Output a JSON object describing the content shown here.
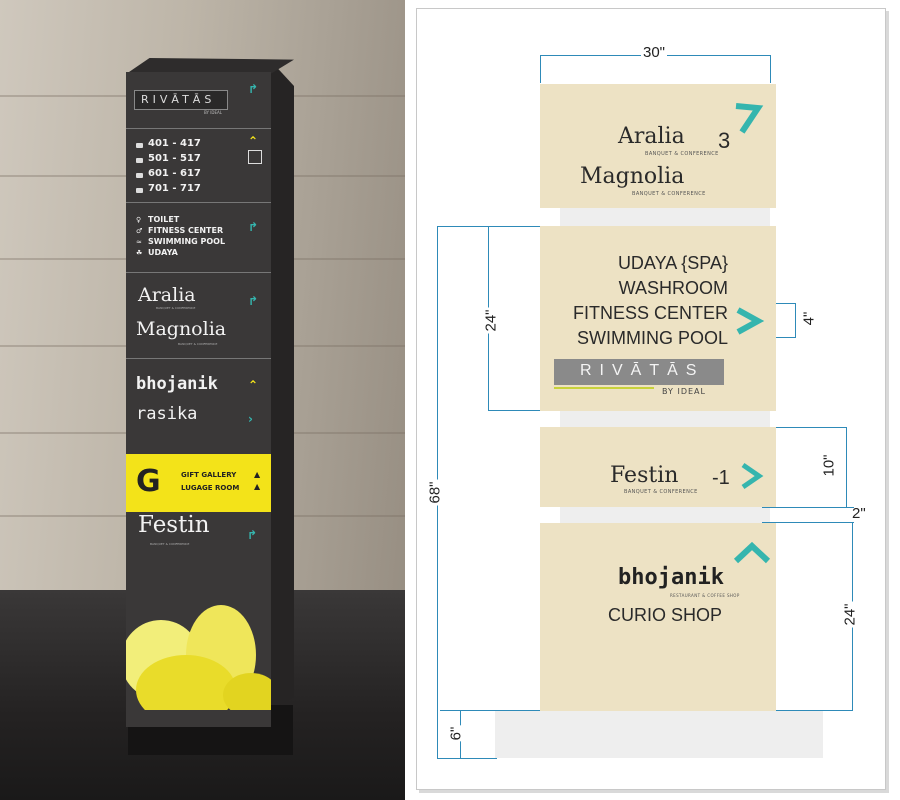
{
  "photo": {
    "rivatas_logo": "RIVĀTĀS",
    "rivatas_sub": "BY IDEAL",
    "room_numbers": [
      "401 - 417",
      "501 - 517",
      "601 - 617",
      "701 - 717"
    ],
    "amenities": [
      "TOILET",
      "FITNESS CENTER",
      "SWIMMING POOL",
      "UDAYA"
    ],
    "venue_1": "Aralia",
    "venue_2": "Magnolia",
    "venue_sub": "BANQUET & CONFERENCE",
    "restaurant_1": "bhojanik",
    "restaurant_2": "rasika",
    "ground_letter": "G",
    "ground_items": [
      "GIFT GALLERY",
      "LUGAGE ROOM"
    ],
    "venue_3": "Festin"
  },
  "drawing": {
    "width_label": "30\"",
    "panel1": {
      "line1": "Aralia",
      "line2": "Magnolia",
      "sub": "BANQUET & CONFERENCE",
      "floor": "3"
    },
    "panel2": {
      "items": [
        "UDAYA {SPA}",
        "WASHROOM",
        "FITNESS CENTER",
        "SWIMMING POOL"
      ],
      "logo": "RIVĀTĀS",
      "logo_sub": "BY IDEAL"
    },
    "panel3": {
      "name": "Festin",
      "sub": "BANQUET & CONFERENCE",
      "floor": "-1"
    },
    "panel4": {
      "logo": "bhojanik",
      "logo_sub": "RESTAURANT & COFFEE SHOP",
      "item": "CURIO SHOP"
    },
    "dims": {
      "h24_upper": "24\"",
      "h4": "4\"",
      "h68": "68\"",
      "h10": "10\"",
      "h2": "2\"",
      "h24_lower": "24\"",
      "h6": "6\""
    }
  },
  "colors": {
    "accent": "#35b5ae",
    "panel": "#ede2c4",
    "dim_line": "#2e8ab8",
    "totem": "#3a3838",
    "yellow": "#f3e319"
  }
}
